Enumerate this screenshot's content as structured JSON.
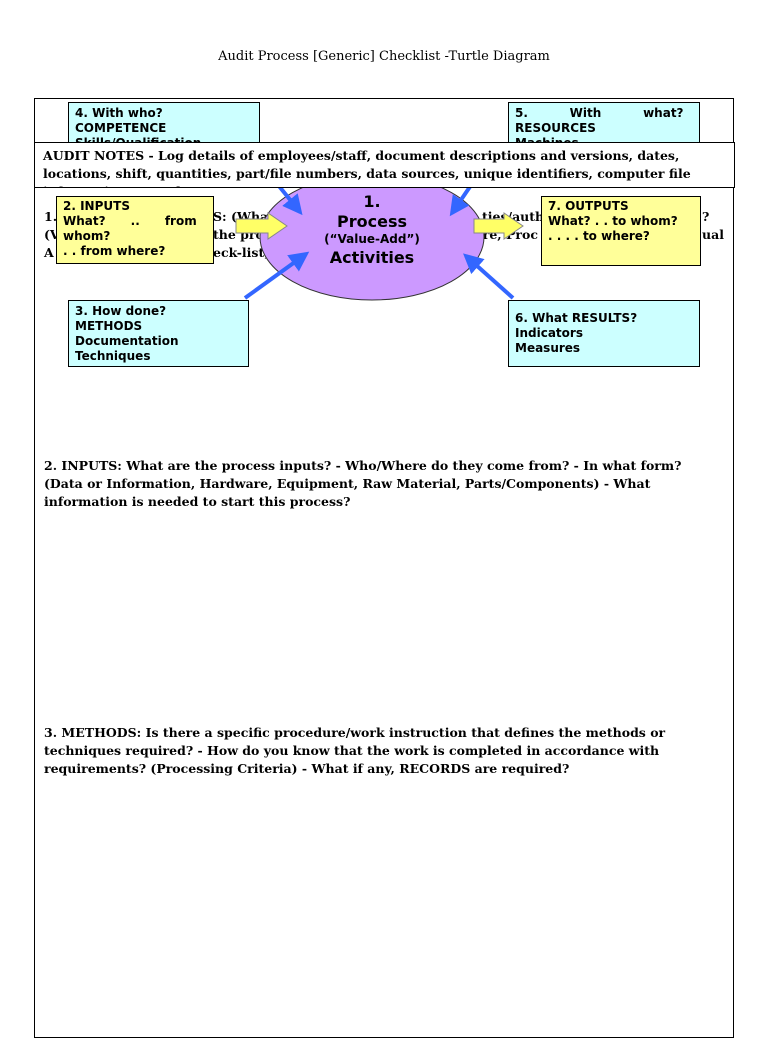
{
  "page": {
    "title": "Audit Process [Generic] Checklist -Turtle Diagram"
  },
  "diagram": {
    "box4": {
      "line1": "4. With who?",
      "line2": "COMPETENCE",
      "line3": "Skills/Qualification"
    },
    "box5": {
      "line1": "5.          With          what?",
      "line2": "RESOURCES",
      "line3": "Machines"
    },
    "audit_notes": "AUDIT NOTES - Log details of employees/staff, document descriptions and versions, dates, locations, shift, quantities, part/file numbers, data sources, unique identifiers, computer file information, records.",
    "process": {
      "number": "1.",
      "label": "Process",
      "sub": "(“Value-Add”)",
      "label2": "Activities"
    },
    "box2": {
      "line1": "2. INPUTS",
      "line2": "What?      ..      from",
      "line3": "whom?",
      "line4": ". . from where?"
    },
    "box7": {
      "line1": "7. OUTPUTS",
      "line2": "What? . . to whom?",
      "line3": ". . . . to where?"
    },
    "box3": {
      "line1": "3. How done?",
      "line2": "METHODS",
      "line3": "Documentation",
      "line4": "Techniques"
    },
    "box6": {
      "line1": "6. What RESULTS?",
      "line2": "Indicators",
      "line3": "Measures"
    },
    "behind_text": {
      "left1": "1.",
      "mid1": "S: (Wha",
      "right1": "ties/autho",
      "farright1": "?",
      "left2": "(V",
      "mid2": "the pro",
      "right2": "ire, Proc",
      "farright2": "ual",
      "left3": "A",
      "mid3": "eck-list)"
    }
  },
  "sections": {
    "inputs": "2. INPUTS: What are the process inputs? - Who/Where do they come from? - In what form? (Data or Information, Hardware, Equipment, Raw Material, Parts/Components) - What information is needed to start this process?",
    "methods": "3. METHODS:  Is there a specific procedure/work instruction that defines the methods or techniques required? -  How do you know that the work is completed in accordance with requirements? (Processing Criteria) - What if any, RECORDS are required?"
  },
  "colors": {
    "cyan_box": "#ccffff",
    "yellow_box": "#ffff99",
    "ellipse": "#cc99ff",
    "arrow_blue": "#3366ff"
  }
}
